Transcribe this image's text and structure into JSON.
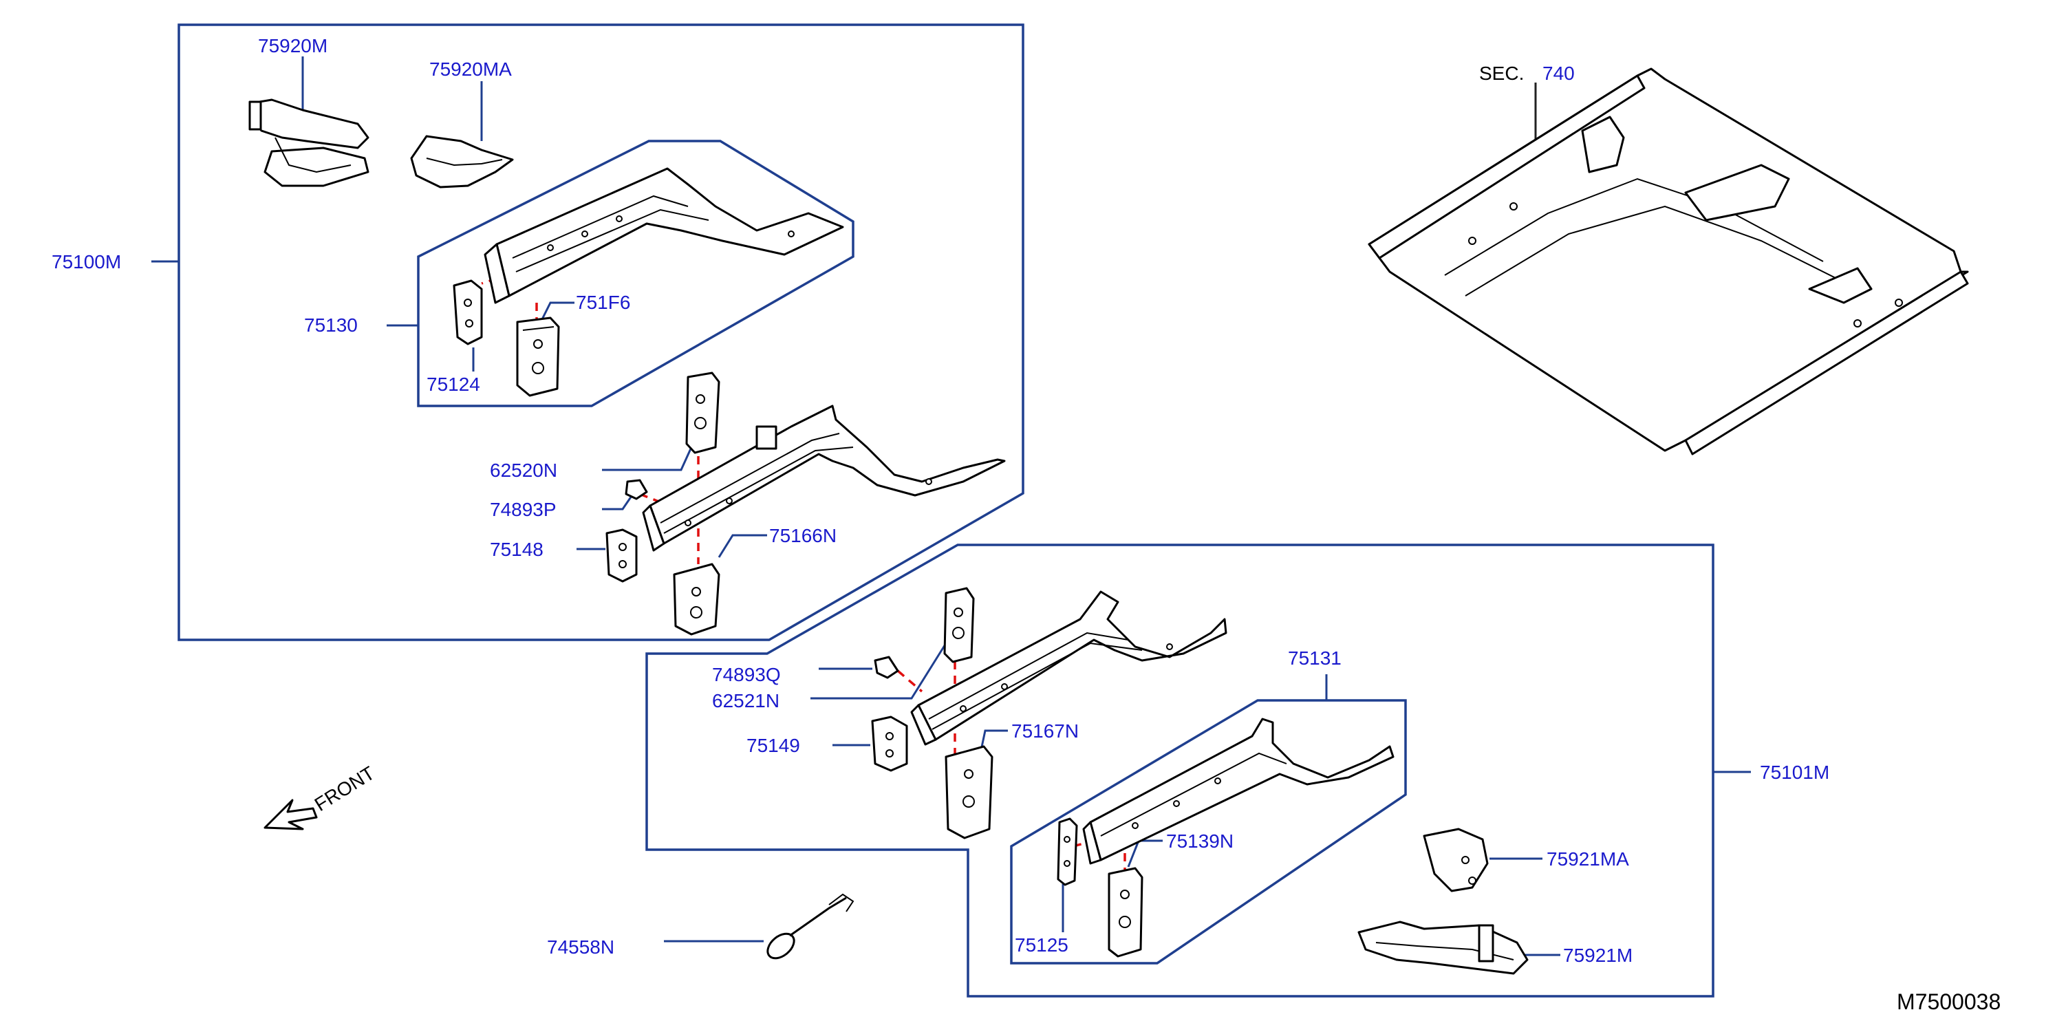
{
  "section": {
    "prefix": "SEC.",
    "number": "740"
  },
  "front_indicator": "FRONT",
  "drawing_code": "M7500038",
  "group_left": {
    "assembly": "75100M",
    "labels": {
      "p75920m": "75920M",
      "p75920ma": "75920MA",
      "p75130": "75130",
      "p751f6": "751F6",
      "p75124": "75124",
      "p62520n": "62520N",
      "p74893p": "74893P",
      "p75148": "75148",
      "p75166n": "75166N"
    }
  },
  "group_right": {
    "assembly": "75101M",
    "labels": {
      "p74893q": "74893Q",
      "p62521n": "62521N",
      "p75149": "75149",
      "p75167n": "75167N",
      "p75131": "75131",
      "p75139n": "75139N",
      "p75125": "75125",
      "p75921ma": "75921MA",
      "p75921m": "75921M"
    }
  },
  "standalone": {
    "p74558n": "74558N"
  },
  "colors": {
    "label": "#1a1acc",
    "border": "#1f3f8f",
    "connector": "#e01010"
  }
}
